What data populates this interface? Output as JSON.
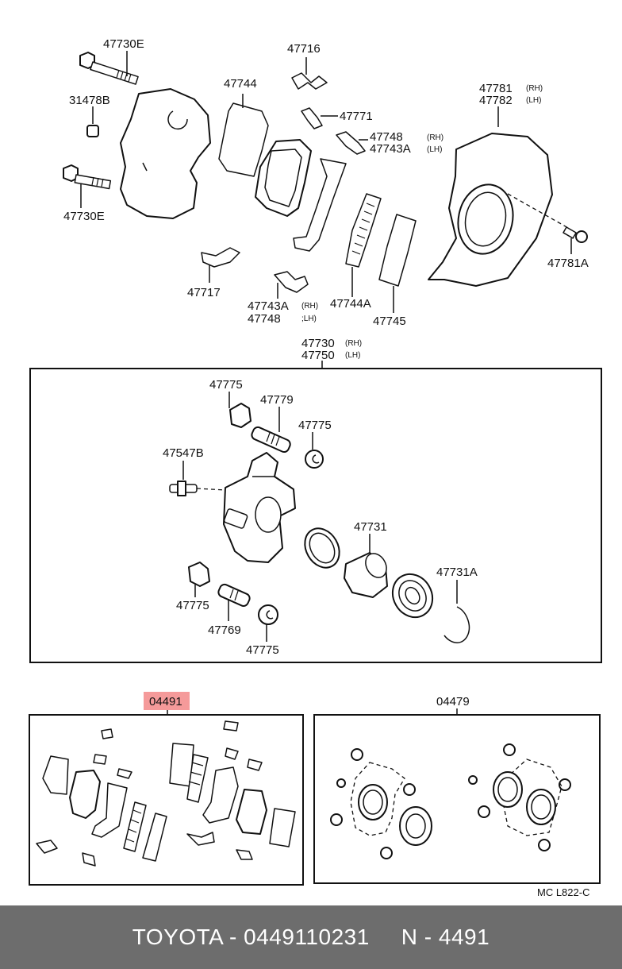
{
  "labels": {
    "p47730E_top": "47730E",
    "p31478B": "31478B",
    "p47730E_bot": "47730E",
    "p47716": "47716",
    "p47744": "47744",
    "p47771": "47771",
    "p47748_top": "47748",
    "p47743A_top": "47743A",
    "rh_1": "(RH)",
    "lh_1": "(LH)",
    "p47781": "47781",
    "p47782": "47782",
    "rh_2": "(RH)",
    "lh_2": "(LH)",
    "p47781A": "47781A",
    "p47717": "47717",
    "p47743A_bot": "47743A",
    "p47748_bot": "47748",
    "rh_3": "(RH)",
    "lh_3": ";LH)",
    "p47744A": "47744A",
    "p47745": "47745",
    "p47730": "47730",
    "p47750": "47750",
    "rh_4": "(RH)",
    "lh_4": "(LH)",
    "p47775_a": "47775",
    "p47779": "47779",
    "p47775_b": "47775",
    "p47547B": "47547B",
    "p47731": "47731",
    "p47731A": "47731A",
    "p47775_c": "47775",
    "p47769": "47769",
    "p47775_d": "47775",
    "p04491": "04491",
    "p04479": "04479",
    "drawing_code": "MC L822-C"
  },
  "colors": {
    "highlight": "#f59a9a",
    "footer_bg": "#6d6d6d",
    "footer_text": "#ffffff"
  },
  "footer": {
    "brand_part": "TOYOTA - 0449110231",
    "ref": "N - 4491"
  }
}
